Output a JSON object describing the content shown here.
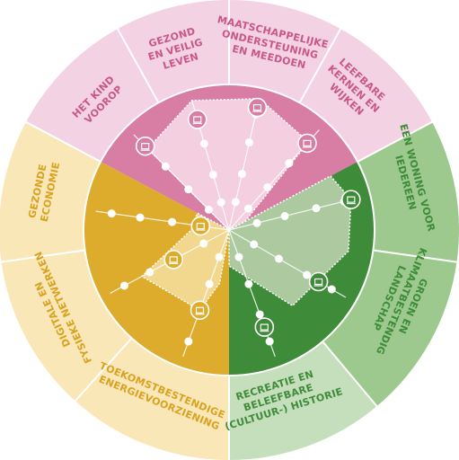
{
  "labels": {
    "kind": [
      "HET KIND",
      "VOOROP"
    ],
    "gezond": [
      "GEZOND",
      "EN VEILIG",
      "LEVEN"
    ],
    "maatschappelijk": [
      "MAATSCHAPPELIJKE",
      "ONDERSTEUNING",
      "EN MEEDOEN"
    ],
    "leefbare": [
      "LEEFBARE",
      "KERNEN EN",
      "WIJKEN"
    ],
    "woning": [
      "EEN WONING VOOR",
      "IEDEREEN"
    ],
    "groen": [
      "GROEN EN",
      "KLIMAATBESTENDIG",
      "LANDSCHAP"
    ],
    "recreatie": [
      "RECREATIE EN",
      "BELEEFBARE",
      "(CULTUUR-) HISTORIE"
    ],
    "energie": [
      "TOEKOMSTBESTENDIGE",
      "ENERGIEVOORZIENING"
    ],
    "digitale": [
      "DIGITALE EN",
      "FYSIEKE NETWERKEN"
    ],
    "economie": [
      "GEZONDE",
      "ECONOMIE"
    ]
  },
  "colors": {
    "social_outer": "#f3d3e3",
    "social_inner": "#d87ea4",
    "social_shape": "#f4cfe0",
    "social_text": "#c9578a",
    "green_outer": "#c5dfbc",
    "green_outer_dark": "#9dc98f",
    "green_inner": "#3e8b3a",
    "green_shape": "#adc9a0",
    "green_text": "#3e8b3a",
    "yellow_outer": "#f9e7b8",
    "yellow_inner": "#deac2c",
    "yellow_shape": "#f2d78f",
    "yellow_text": "#d9a21f"
  },
  "icons": [
    "child-icon",
    "family-icon",
    "people-icon",
    "houses-icon",
    "house-icon",
    "tree-icon",
    "windmill-icon",
    "solar-icon",
    "network-icon",
    "factory-icon"
  ]
}
